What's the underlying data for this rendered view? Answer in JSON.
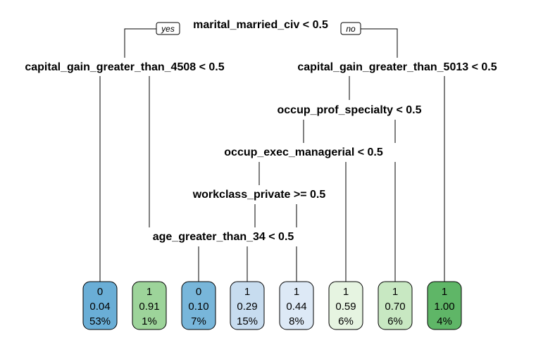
{
  "tree": {
    "root": {
      "label": "marital_married_civ < 0.5",
      "yes_tag": "yes",
      "no_tag": "no"
    },
    "splits": [
      {
        "id": "left",
        "label": "capital_gain_greater_than_4508 < 0.5"
      },
      {
        "id": "right",
        "label": "capital_gain_greater_than_5013 < 0.5"
      },
      {
        "id": "prof",
        "label": "occup_prof_specialty < 0.5"
      },
      {
        "id": "exec",
        "label": "occup_exec_managerial < 0.5"
      },
      {
        "id": "workclass",
        "label": "workclass_private >= 0.5"
      },
      {
        "id": "age",
        "label": "age_greater_than_34 < 0.5"
      }
    ],
    "leaves": [
      {
        "class": "0",
        "prob": "0.04",
        "pct": "53%",
        "fill": "#6aaed6"
      },
      {
        "class": "1",
        "prob": "0.91",
        "pct": "1%",
        "fill": "#9dd49a"
      },
      {
        "class": "0",
        "prob": "0.10",
        "pct": "7%",
        "fill": "#78b6da"
      },
      {
        "class": "1",
        "prob": "0.29",
        "pct": "15%",
        "fill": "#c7dcef"
      },
      {
        "class": "1",
        "prob": "0.44",
        "pct": "8%",
        "fill": "#dde9f6"
      },
      {
        "class": "1",
        "prob": "0.59",
        "pct": "6%",
        "fill": "#e6f4e1"
      },
      {
        "class": "1",
        "prob": "0.70",
        "pct": "6%",
        "fill": "#c8e8c2"
      },
      {
        "class": "1",
        "prob": "1.00",
        "pct": "4%",
        "fill": "#5fb667"
      }
    ]
  }
}
